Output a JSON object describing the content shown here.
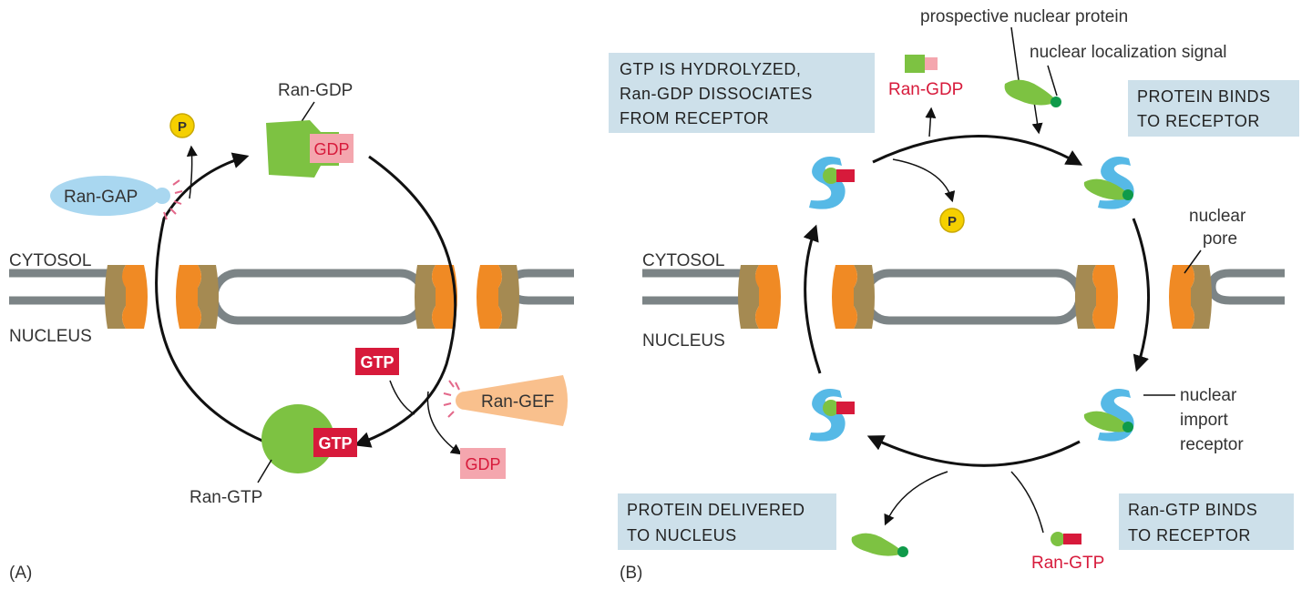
{
  "panel_a": {
    "panel_label": "(A)",
    "cytosol": "CYTOSOL",
    "nucleus": "NUCLEUS",
    "ran_gdp": "Ran-GDP",
    "gdp_on_ran": "GDP",
    "ran_gap": "Ran-GAP",
    "phosphate": "P",
    "ran_gtp": "Ran-GTP",
    "gtp_on_ran": "GTP",
    "gtp_free": "GTP",
    "ran_gef": "Ran-GEF",
    "gdp_free": "GDP"
  },
  "panel_b": {
    "panel_label": "(B)",
    "cytosol": "CYTOSOL",
    "nucleus": "NUCLEUS",
    "box_hydrolyzed": [
      "GTP IS HYDROLYZED,",
      "Ran-GDP DISSOCIATES",
      "FROM RECEPTOR"
    ],
    "ran_gdp": "Ran-GDP",
    "prospective_protein": "prospective nuclear protein",
    "nls": "nuclear localization signal",
    "box_binds": [
      "PROTEIN BINDS",
      "TO RECEPTOR"
    ],
    "phosphate": "P",
    "nuclear_pore": [
      "nuclear",
      "pore"
    ],
    "import_receptor": [
      "nuclear",
      "import",
      "receptor"
    ],
    "box_delivered": [
      "PROTEIN DELIVERED",
      "TO NUCLEUS"
    ],
    "box_ran_gtp_binds": [
      "Ran-GTP BINDS",
      "TO RECEPTOR"
    ],
    "ran_gtp": "Ran-GTP"
  },
  "colors": {
    "receptor_blue": "#56b9e6",
    "cargo_green": "#7dc242",
    "nls_green": "#0f9a4a",
    "gtp_red": "#d71a3b",
    "gdp_pink": "#f4a6ae",
    "pore_orange": "#f08a24",
    "pore_brown": "#a58a52",
    "membrane_gray": "#7c8486",
    "box_blue": "#cde0ea",
    "phosphate_yellow": "#f5d000",
    "gap_blue": "#a9d7f0",
    "gef_orange": "#f9c08d"
  }
}
